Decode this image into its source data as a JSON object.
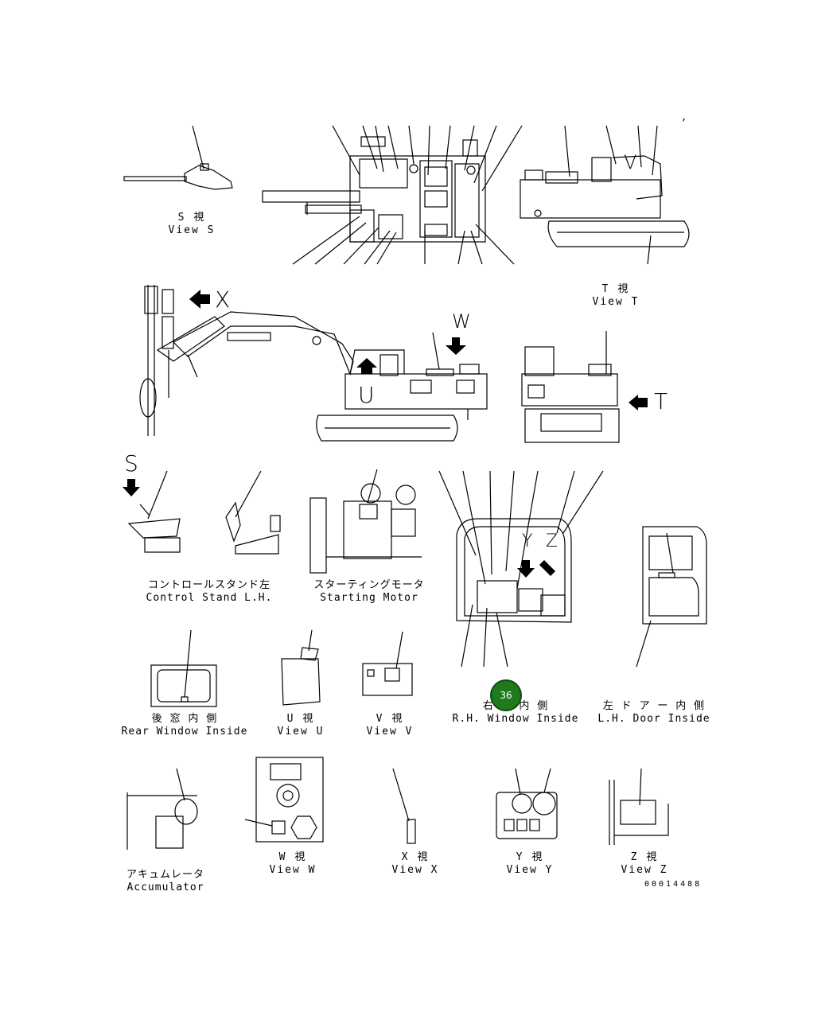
{
  "labels": {
    "s": {
      "jp": "S 視",
      "en": "View S"
    },
    "t": {
      "jp": "T 視",
      "en": "View T"
    },
    "control": {
      "jp": "コントロールスタンド左",
      "en": "Control Stand L.H."
    },
    "starting": {
      "jp": "スターティングモータ",
      "en": "Starting Motor"
    },
    "rear": {
      "jp": "後 窓 内 側",
      "en": "Rear Window Inside"
    },
    "u": {
      "jp": "U 視",
      "en": "View U"
    },
    "v": {
      "jp": "V 視",
      "en": "View V"
    },
    "rh": {
      "jp": "右 窓 内 側",
      "en": "R.H. Window Inside"
    },
    "lh": {
      "jp": "左 ド ア ー 内 側",
      "en": "L.H. Door Inside"
    },
    "acc": {
      "jp": "アキュムレータ",
      "en": "Accumulator"
    },
    "w": {
      "jp": "W 視",
      "en": "View W"
    },
    "x": {
      "jp": "X 視",
      "en": "View X"
    },
    "y": {
      "jp": "Y 視",
      "en": "View Y"
    },
    "z": {
      "jp": "Z 視",
      "en": "View Z"
    }
  },
  "view_letters": {
    "x": "X",
    "w": "W",
    "u": "U",
    "t": "T",
    "s": "S",
    "v": "V",
    "y": "Y",
    "z": "Z"
  },
  "callout": {
    "number": "36",
    "color": "#1f7a1f"
  },
  "doc_number": "00014488",
  "tick_mark": ","
}
